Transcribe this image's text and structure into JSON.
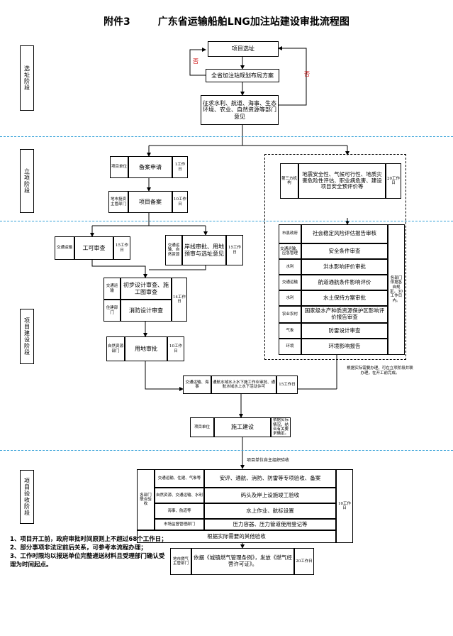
{
  "title": "附件3        广东省运输船舶LNG加注站建设审批流程图",
  "stages": {
    "site": "选址阶段",
    "approval": "立项阶段",
    "construction": "项目建设阶段",
    "acceptance": "项目验收阶段"
  },
  "site": {
    "project_site": "项目选址",
    "layout_plan": "全省加注站规划布局方案",
    "consult": "征求水利、航道、海事、生态环境、农业、自然资源等部门意见",
    "no1": "否",
    "no2": "否"
  },
  "approval": {
    "unit1": "项目单位",
    "filing": "备案申请",
    "days1": "1工作日",
    "dept2": "地市投资主管部门",
    "proj_filing": "项目备案",
    "days2": "10工作日",
    "third_party": "第三方机构",
    "assess": "地震安全性、气候可行性、地质灾害危险性评估、职业病危害、建设项目安全预评价等",
    "days3": "20工作日"
  },
  "construction": {
    "traffic1": "交通运输",
    "permit": "工可审查",
    "days_permit": "15工作日",
    "dept_shoreline": "交通运输、自然资源",
    "shoreline": "岸线审批、用地预审与选址意见",
    "days_shoreline": "15工作日",
    "traffic2": "交通运输",
    "prelim": "初步设计审查、施工图审查",
    "housing": "住建部门",
    "fire": "消防设计审查",
    "days_design": "14工作日",
    "nat_res": "自然资源部门",
    "land": "用地审批",
    "days_land": "10工作日",
    "parallel": [
      {
        "dept": "市县政府",
        "item": "社会稳定风险评估报告审核"
      },
      {
        "dept": "交通运输、应急管理",
        "item": "安全条件审查"
      },
      {
        "dept": "水利",
        "item": "洪水影响评价审批"
      },
      {
        "dept": "交通运输",
        "item": "航道通航条件影响评价"
      },
      {
        "dept": "水利",
        "item": "水土保持方案审批"
      },
      {
        "dept": "农业农村",
        "item": "国家级水产种质资源保护区影响评价报告审查"
      },
      {
        "dept": "气象",
        "item": "防雷设计审查"
      },
      {
        "dept": "环境",
        "item": "环境影响报告"
      }
    ],
    "parallel_note": "各部门依据各自规定，30工作日内。",
    "side_note": "根据实际需要办理，可在立项阶段并联办理，在开工前完成。",
    "water_dept": "交通运输、海事",
    "water": "通航水域水上水下施工作业审批、通航水域水上水下活动许可",
    "days_water": "15工作日",
    "unit_build": "项目单位",
    "build": "施工建设",
    "build_note": "依据实际情况，结合有关要求确定。"
  },
  "acceptance": {
    "self_check": "项目单位自主组织验收",
    "joint": "各部门联合验收",
    "rows": [
      {
        "dept": "交通运输、住建、气象等",
        "item": "安评、通航、消防、防雷等专项验收、备案"
      },
      {
        "dept": "自然资源、交通运输、水利",
        "item": "码头及岸上设施竣工验收"
      },
      {
        "dept": "海事、航道等",
        "item": "水上作业、航标设置"
      },
      {
        "dept": "市场监督管理部门",
        "item": "压力容器、压力管道使用登记等"
      }
    ],
    "other": "根据实际需要的其他验收",
    "days": "10工作日",
    "gas_dept": "地市燃气主管部门",
    "gas": "依据《城镇燃气管理条例》，发放《燃气经营许可证》。",
    "gas_days": "20工作日"
  },
  "notes": [
    "1、项目开工前，政府审批时间原则上不超过68个工作日；",
    "2、部分事项非法定前后关系，可参考本流程办理；",
    "3、工作时限均以报送单位完整递送材料且受理部门确认受理为时间起点。"
  ]
}
